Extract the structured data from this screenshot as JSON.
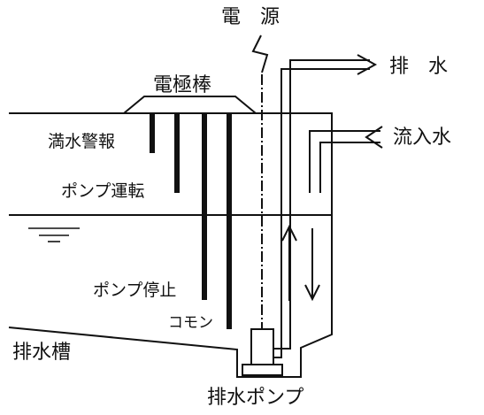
{
  "labels": {
    "power": "電　源",
    "discharge": "排　水",
    "inflow": "流入水",
    "electrode": "電極棒",
    "full_alarm": "満水警報",
    "pump_run": "ポンプ運転",
    "pump_stop": "ポンプ停止",
    "common": "コモン",
    "tank": "排水槽",
    "pump": "排水ポンプ"
  },
  "colors": {
    "line": "#111111",
    "background": "#ffffff",
    "text": "#111111"
  }
}
